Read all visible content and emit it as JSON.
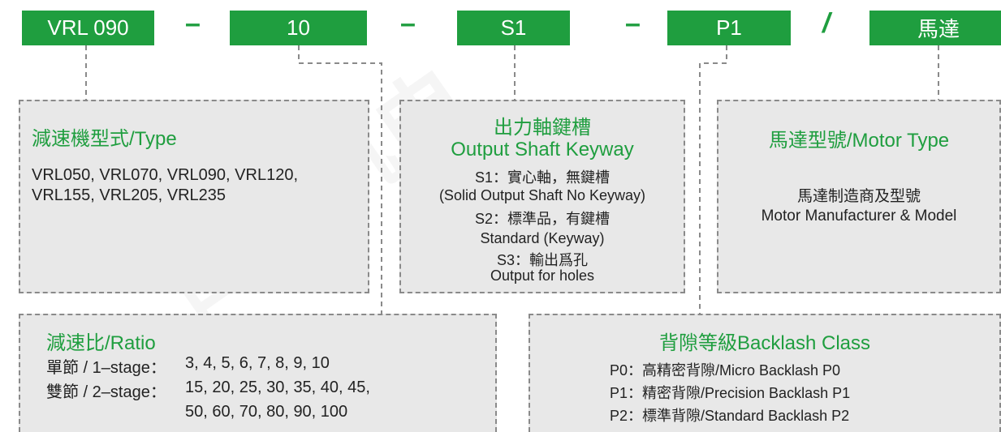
{
  "codes": {
    "model": "VRL 090",
    "ratio": "10",
    "shaft": "S1",
    "backlash": "P1",
    "motor": "馬達",
    "dash": "–",
    "slash": "/"
  },
  "watermark": "台骐机电",
  "type_box": {
    "title": "減速機型式/Type",
    "line1": "VRL050, VRL070, VRL090, VRL120,",
    "line2": "VRL155, VRL205, VRL235"
  },
  "shaft_box": {
    "title_cn": "出力軸鍵槽",
    "title_en": "Output Shaft Keyway",
    "lines": [
      "S1：實心軸，無鍵槽",
      "(Solid Output Shaft No Keyway)",
      "S2：標準品，有鍵槽",
      "Standard (Keyway)",
      "S3：輸出爲孔",
      "Output for holes"
    ]
  },
  "motor_box": {
    "title": "馬達型號/Motor Type",
    "line1": "馬達制造商及型號",
    "line2": "Motor Manufacturer & Model"
  },
  "ratio_box": {
    "title": "減速比/Ratio",
    "single_label": "單節 / 1–stage：",
    "single_values": "3, 4, 5, 6, 7, 8, 9, 10",
    "double_label": "雙節 / 2–stage：",
    "double_values_1": "15, 20, 25, 30, 35, 40, 45,",
    "double_values_2": "50, 60, 70, 80, 90, 100"
  },
  "backlash_box": {
    "title": "背隙等級Backlash Class",
    "lines": [
      "P0：高精密背隙/Micro Backlash P0",
      "P1：精密背隙/Precision Backlash P1",
      "P2：標準背隙/Standard Backlash P2"
    ]
  }
}
